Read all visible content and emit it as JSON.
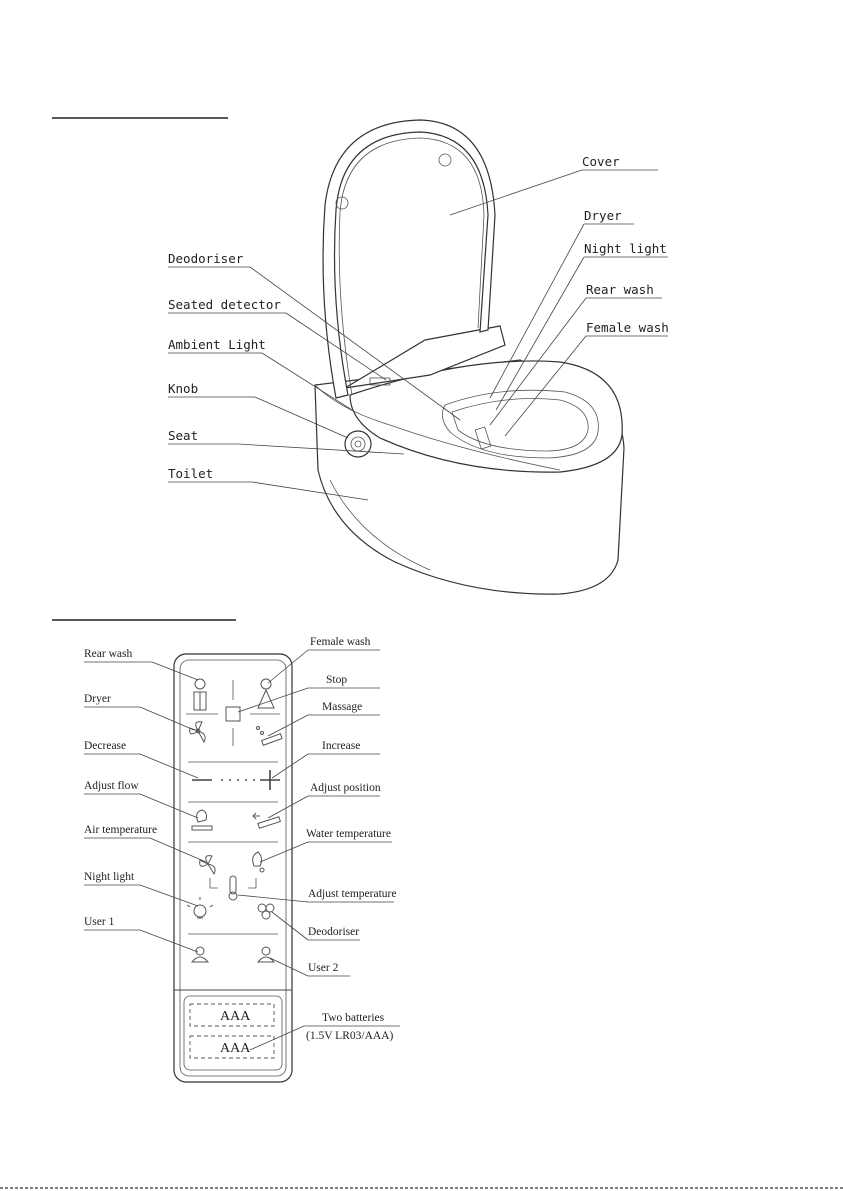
{
  "toilet_diagram": {
    "labels": {
      "cover": "Cover",
      "dryer": "Dryer",
      "night_light": "Night light",
      "deodoriser": "Deodoriser",
      "rear_wash": "Rear wash",
      "seated_detector": "Seated detector",
      "female_wash": "Female wash",
      "ambient_light": "Ambient Light",
      "knob": "Knob",
      "seat": "Seat",
      "toilet": "Toilet"
    }
  },
  "remote_diagram": {
    "labels": {
      "rear_wash": "Rear wash",
      "female_wash": "Female wash",
      "stop": "Stop",
      "dryer": "Dryer",
      "massage": "Massage",
      "decrease": "Decrease",
      "increase": "Increase",
      "adjust_flow": "Adjust flow",
      "adjust_position": "Adjust position",
      "air_temperature": "Air temperature",
      "water_temperature": "Water temperature",
      "adjust_temperature": "Adjust temperature",
      "night_light": "Night light",
      "deodoriser": "Deodoriser",
      "user1": "User 1",
      "user2": "User 2",
      "batteries_line1": "Two batteries",
      "batteries_line2": "(1.5V LR03/AAA)",
      "battery_a": "AAA",
      "battery_b": "AAA"
    }
  }
}
